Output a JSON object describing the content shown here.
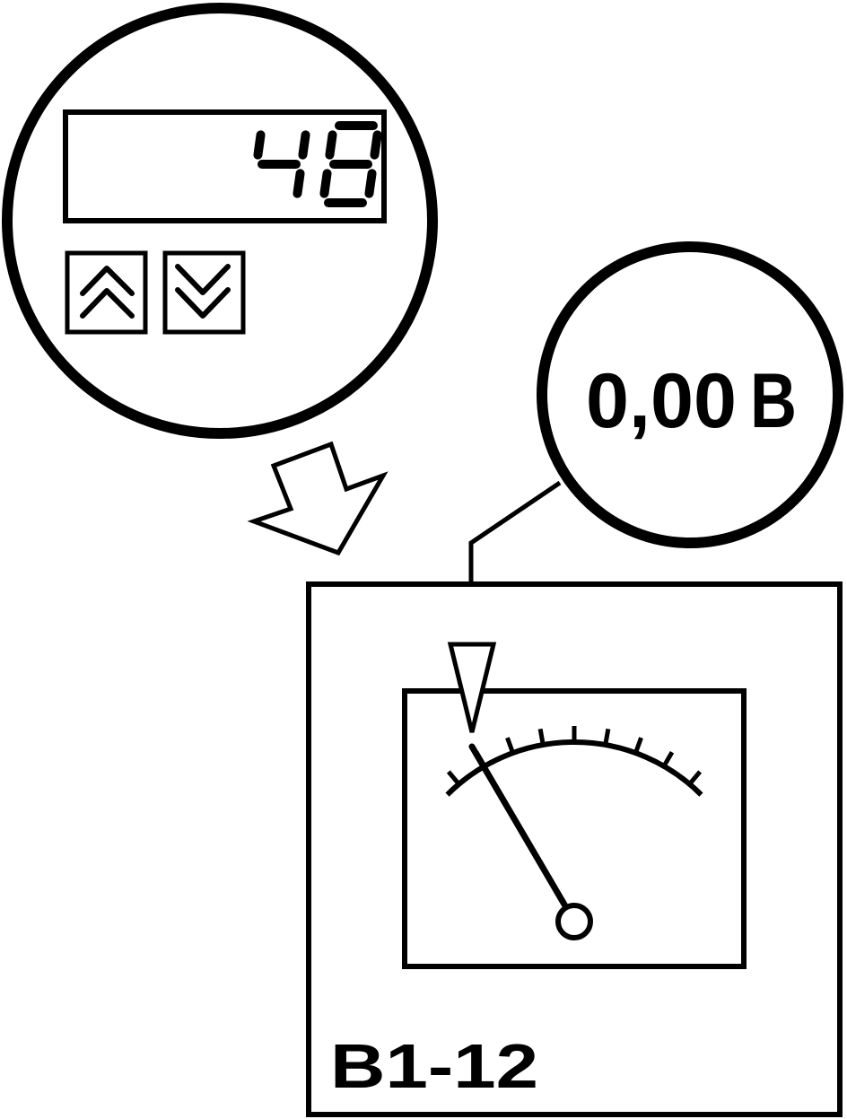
{
  "panel": {
    "display_value": "48",
    "up_button": "up-double-chevron",
    "down_button": "down-double-chevron"
  },
  "voltmeter": {
    "reading": "0,00",
    "unit": "B"
  },
  "device": {
    "label": "B1-12",
    "needle_position": "zero"
  },
  "colors": {
    "line": "#000000",
    "background": "#ffffff"
  }
}
